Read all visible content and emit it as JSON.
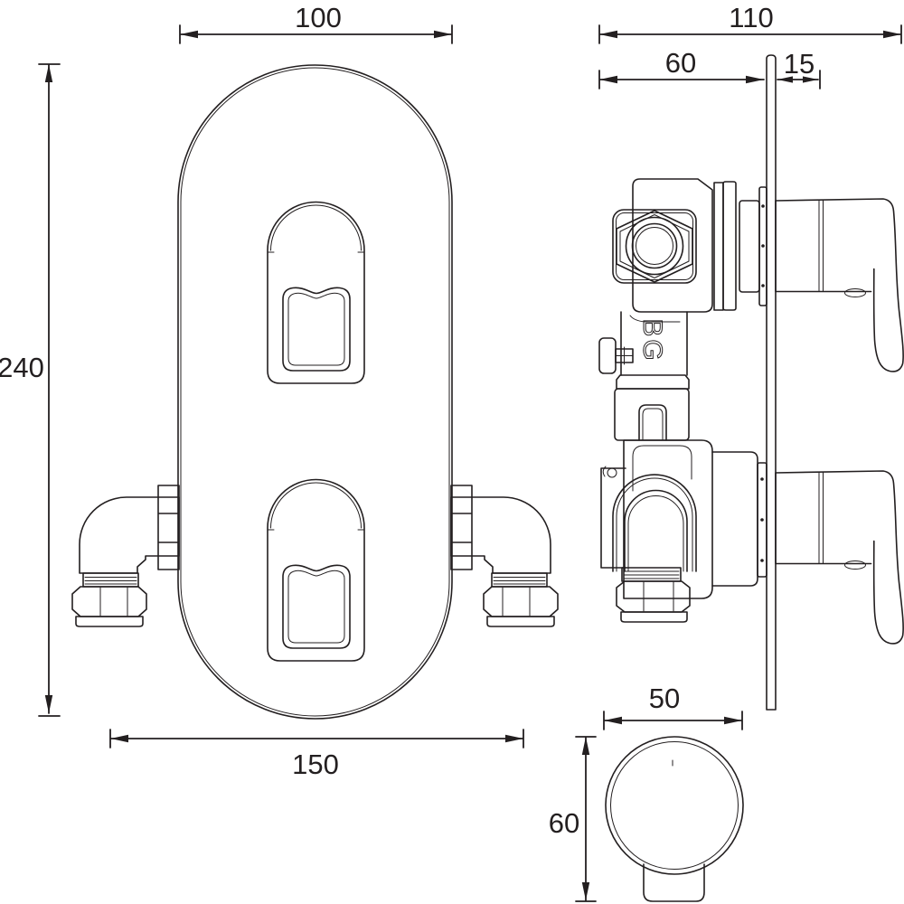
{
  "drawing": {
    "colors": {
      "line": "#231f20",
      "background": "#ffffff"
    },
    "logo_text": "BG",
    "dimensions": {
      "plate_width": "100",
      "plate_height": "240",
      "inlet_centres": "150",
      "overall_depth": "110",
      "body_depth": "60",
      "handle_projection": "15",
      "knob_width": "50",
      "knob_depth": "60"
    }
  }
}
